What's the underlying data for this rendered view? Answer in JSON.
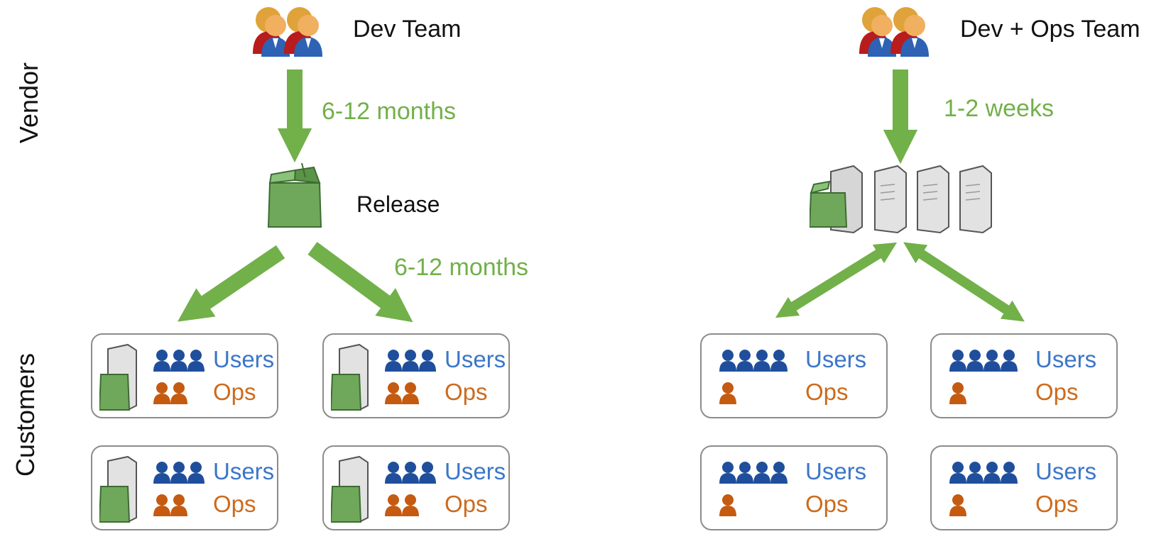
{
  "side_labels": {
    "vendor": "Vendor",
    "customers": "Customers"
  },
  "left": {
    "team": "Dev Team",
    "to_release": "6-12 months",
    "release": "Release",
    "to_customers": "6-12 months",
    "customers": [
      {
        "users_label": "Users",
        "ops_label": "Ops",
        "users_count": 3,
        "ops_count": 2,
        "has_server": true
      },
      {
        "users_label": "Users",
        "ops_label": "Ops",
        "users_count": 3,
        "ops_count": 2,
        "has_server": true
      },
      {
        "users_label": "Users",
        "ops_label": "Ops",
        "users_count": 3,
        "ops_count": 2,
        "has_server": true
      },
      {
        "users_label": "Users",
        "ops_label": "Ops",
        "users_count": 3,
        "ops_count": 2,
        "has_server": true
      }
    ]
  },
  "right": {
    "team": "Dev + Ops Team",
    "to_release": "1-2 weeks",
    "customers": [
      {
        "users_label": "Users",
        "ops_label": "Ops",
        "users_count": 4,
        "ops_count": 1,
        "has_server": false
      },
      {
        "users_label": "Users",
        "ops_label": "Ops",
        "users_count": 4,
        "ops_count": 1,
        "has_server": false
      },
      {
        "users_label": "Users",
        "ops_label": "Ops",
        "users_count": 4,
        "ops_count": 1,
        "has_server": false
      },
      {
        "users_label": "Users",
        "ops_label": "Ops",
        "users_count": 4,
        "ops_count": 1,
        "has_server": false
      }
    ]
  },
  "colors": {
    "arrow": "#72b04a",
    "users": "#1f4f9c",
    "users_text": "#3b76c8",
    "ops": "#c55a11",
    "ops_text": "#cc6b1d"
  },
  "icons": [
    "team-icon",
    "release-box-icon",
    "server-icon",
    "users-icon",
    "ops-icon"
  ]
}
